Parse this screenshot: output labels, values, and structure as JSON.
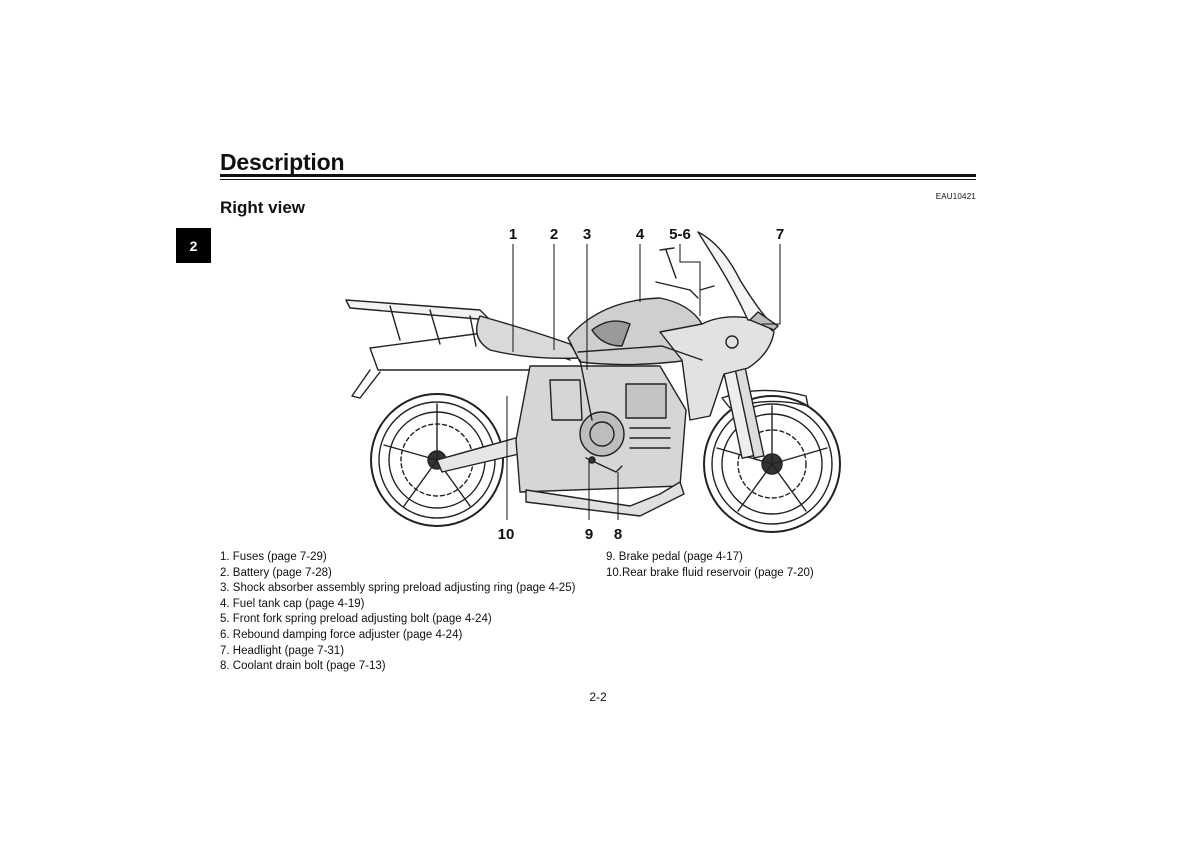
{
  "header": {
    "title": "Description",
    "section_code": "EAU10421"
  },
  "chapter_tab": "2",
  "section": {
    "heading": "Right view"
  },
  "figure": {
    "callouts": {
      "c1": "1",
      "c2": "2",
      "c3": "3",
      "c4": "4",
      "c56": "5-6",
      "c7": "7",
      "c8": "8",
      "c9": "9",
      "c10": "10"
    }
  },
  "legend": {
    "left": [
      "1.  Fuses (page 7-29)",
      "2.  Battery (page 7-28)",
      "3.  Shock absorber assembly spring preload adjusting ring (page 4-25)",
      "4.  Fuel tank cap (page 4-19)",
      "5.  Front fork spring preload adjusting bolt (page 4-24)",
      "6.  Rebound damping force adjuster (page 4-24)",
      "7.  Headlight (page 7-31)",
      "8.  Coolant drain bolt (page 7-13)"
    ],
    "right": [
      "9.  Brake pedal (page 4-17)",
      "10.Rear brake fluid reservoir (page 7-20)"
    ]
  },
  "footer": {
    "page_number": "2-2"
  }
}
